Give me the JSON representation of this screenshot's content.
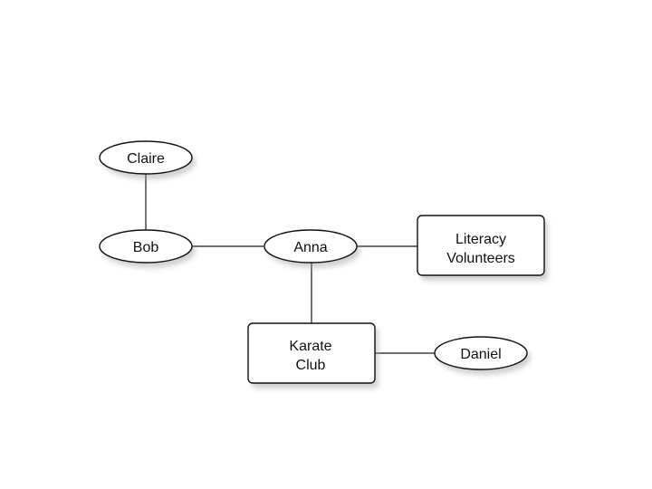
{
  "nodes": {
    "claire": {
      "label": "Claire",
      "shape": "ellipse"
    },
    "bob": {
      "label": "Bob",
      "shape": "ellipse"
    },
    "anna": {
      "label": "Anna",
      "shape": "ellipse"
    },
    "literacy": {
      "label_line1": "Literacy",
      "label_line2": "Volunteers",
      "shape": "rectangle"
    },
    "karate": {
      "label_line1": "Karate",
      "label_line2": "Club",
      "shape": "rectangle"
    },
    "daniel": {
      "label": "Daniel",
      "shape": "ellipse"
    }
  },
  "edges": [
    {
      "from": "Claire",
      "to": "Bob"
    },
    {
      "from": "Bob",
      "to": "Anna"
    },
    {
      "from": "Anna",
      "to": "Literacy Volunteers"
    },
    {
      "from": "Anna",
      "to": "Karate Club"
    },
    {
      "from": "Karate Club",
      "to": "Daniel"
    }
  ]
}
